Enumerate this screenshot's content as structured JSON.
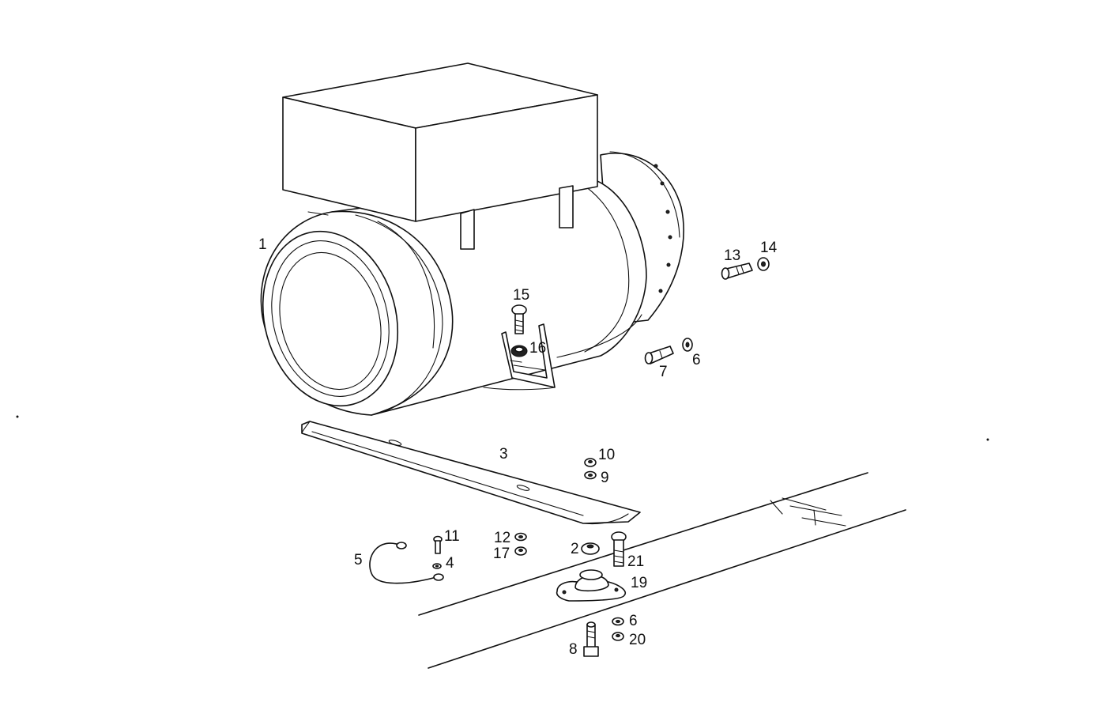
{
  "callouts": {
    "c1": "1",
    "c2": "2",
    "c3": "3",
    "c4": "4",
    "c5": "5",
    "c6a": "6",
    "c6b": "6",
    "c7": "7",
    "c8": "8",
    "c9": "9",
    "c10": "10",
    "c11": "11",
    "c12": "12",
    "c13": "13",
    "c14": "14",
    "c15": "15",
    "c16": "16",
    "c17": "17",
    "c19": "19",
    "c20": "20",
    "c21": "21"
  },
  "colors": {
    "ink": "#111111",
    "paper": "#ffffff"
  }
}
